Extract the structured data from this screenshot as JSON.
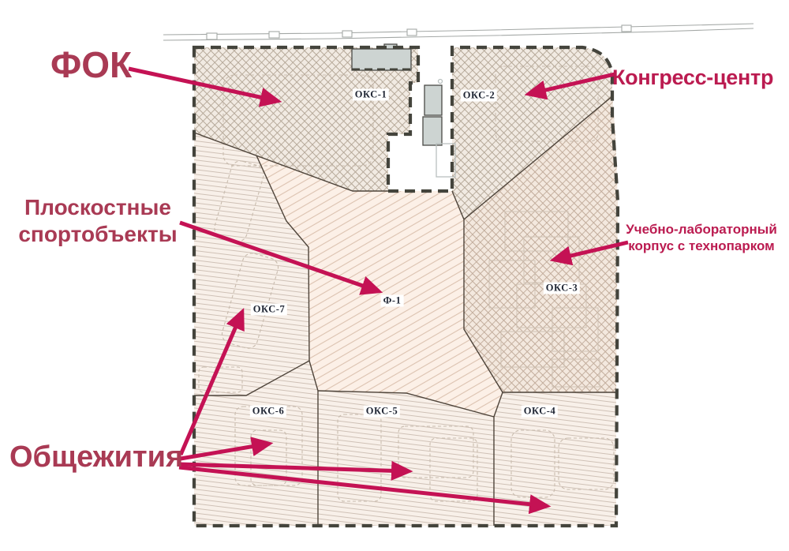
{
  "annotations": {
    "fok": "ФОК",
    "congress": "Конгресс-центр",
    "sport_line1": "Плоскостные",
    "sport_line2": "спортобъекты",
    "lab_line1": "Учебно-лабораторный",
    "lab_line2": "корпус с технопарком",
    "dorm": "Общежития"
  },
  "zones": {
    "oks1": "ОКС-1",
    "oks2": "ОКС-2",
    "oks3": "ОКС-3",
    "oks4": "ОКС-4",
    "oks5": "ОКС-5",
    "oks6": "ОКС-6",
    "oks7": "ОКС-7",
    "f1": "Ф-1"
  },
  "colors": {
    "annotation_left": "#a93a54",
    "annotation_right": "#bb1b50",
    "arrow": "#c41254",
    "boundary_dash": "#44443c",
    "zone_border": "#4e443a",
    "crosshatch_base": "#f1eae2",
    "crosshatch_line": "#b4a797",
    "crosshatch_warm_base": "#f3e8de",
    "crosshatch_warm_line": "#c1ab9a",
    "diagonal_base": "#fcf0e7",
    "diagonal_line": "#dcc2b0",
    "shallow_base": "#f8f0e9",
    "shallow_line": "#cbbcb0",
    "building_fill": "#cdd4d2",
    "building_stroke": "#4a4a46",
    "outline_faint": "#c9bcae",
    "road": "#a4a8a6",
    "zone_label_text": "#1f2533"
  }
}
